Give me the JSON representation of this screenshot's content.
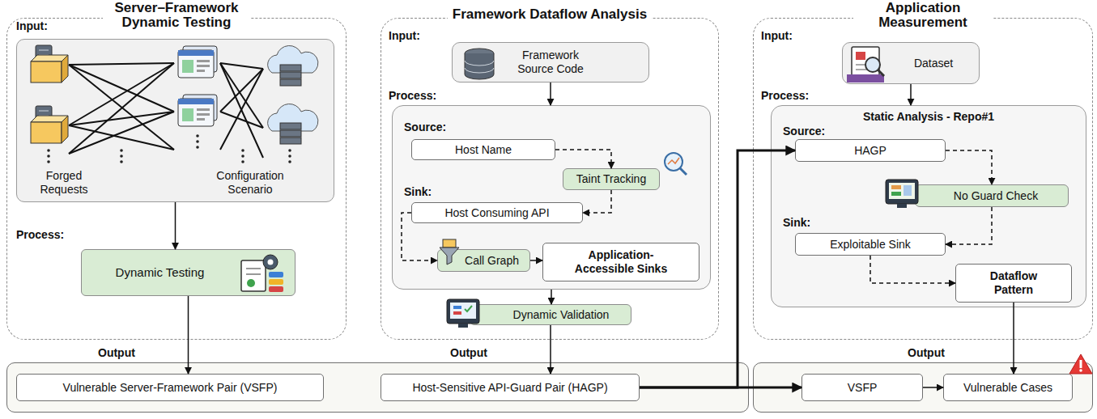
{
  "diagram": {
    "nodes": [
      {
        "text": [
          "Server–Framework Dynamic Testing"
        ]
      },
      {
        "text": [
          "Forged Requests",
          "Configuration Scenario"
        ],
        "in": 0
      },
      {
        "text": [
          "Dynamic Testing"
        ],
        "in": 0
      },
      {
        "text": [
          "Framework Dataflow Analysis"
        ]
      },
      {
        "text": [
          "Framework Source Code"
        ],
        "in": 3
      },
      {
        "text": [
          "Source:",
          "Sink:"
        ],
        "in": 3
      },
      {
        "text": [
          "Host Name"
        ],
        "in": 5
      },
      {
        "text": [
          "Taint Tracking"
        ],
        "in": 5
      },
      {
        "text": [
          "Host Consuming API"
        ],
        "in": 5
      },
      {
        "text": [
          "Call Graph"
        ],
        "in": 5
      },
      {
        "text": [
          "Application-Accessible Sinks"
        ],
        "in": 5
      },
      {
        "text": [
          "Dynamic Validation"
        ],
        "in": 3
      },
      {
        "text": [
          "Application Measurement"
        ]
      },
      {
        "text": [
          "Dataset"
        ],
        "in": 12
      },
      {
        "text": [
          "Static Analysis - Repo#1",
          "Source:",
          "Sink:"
        ],
        "in": 12
      },
      {
        "text": [
          "HAGP"
        ],
        "in": 14
      },
      {
        "text": [
          "No Guard Check"
        ],
        "in": 14
      },
      {
        "text": [
          "Exploitable Sink"
        ],
        "in": 14
      },
      {
        "text": [
          "Dataflow Pattern"
        ],
        "in": 14
      },
      {
        "text": [
          "Output",
          "Output"
        ]
      },
      {
        "text": [
          "Vulnerable Server-Framework Pair (VSFP)"
        ],
        "in": 19
      },
      {
        "text": [
          "Host-Sensitive API-Guard Pair (HAGP)"
        ],
        "in": 19
      },
      {
        "text": [
          "Output"
        ]
      },
      {
        "text": [
          "VSFP"
        ],
        "in": 22
      },
      {
        "text": [
          "Vulnerable Cases"
        ],
        "in": 22
      }
    ],
    "edges": [
      {
        "from": 1,
        "to": 2,
        "arrow": "to"
      },
      {
        "from": 2,
        "to": 20,
        "arrow": "to"
      },
      {
        "from": 4,
        "to": 5,
        "arrow": "to"
      },
      {
        "from": 6,
        "to": 7,
        "arrow": "to"
      },
      {
        "from": 7,
        "to": 8,
        "arrow": "to"
      },
      {
        "from": 8,
        "to": 9,
        "arrow": "to"
      },
      {
        "from": 9,
        "to": 10,
        "arrow": "to"
      },
      {
        "from": 5,
        "to": 11,
        "arrow": "to"
      },
      {
        "from": 11,
        "to": 21,
        "arrow": "to"
      },
      {
        "from": 21,
        "to": 15,
        "arrow": "to"
      },
      {
        "from": 21,
        "to": 23,
        "arrow": "to"
      },
      {
        "from": 13,
        "to": 14,
        "arrow": "to"
      },
      {
        "from": 15,
        "to": 16,
        "arrow": "to"
      },
      {
        "from": 16,
        "to": 17,
        "arrow": "to"
      },
      {
        "from": 17,
        "to": 18,
        "arrow": "to"
      },
      {
        "from": 18,
        "to": 24,
        "arrow": "to"
      },
      {
        "from": 23,
        "to": 24,
        "arrow": "to"
      }
    ],
    "labels": [
      "Input:",
      "Process:",
      "Input:",
      "Process:",
      "Input:",
      "Process:"
    ]
  }
}
